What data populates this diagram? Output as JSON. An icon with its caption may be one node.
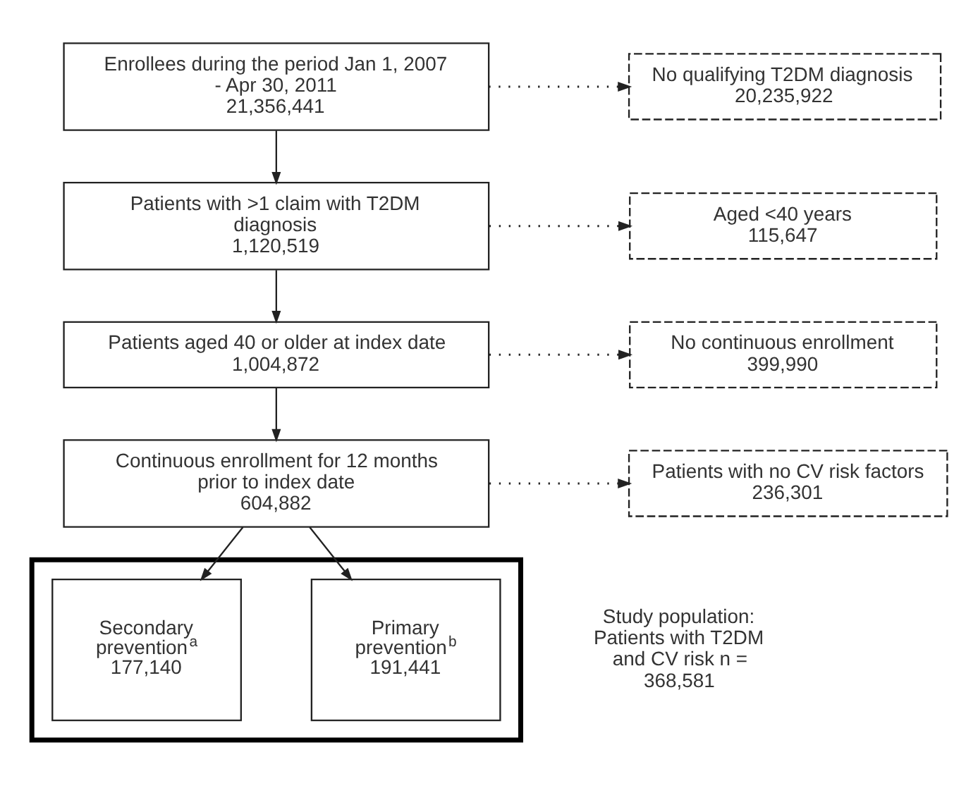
{
  "diagram": {
    "nodes": [
      {
        "text": [
          "Enrollees during the period Jan 1, 2007 - Apr 30, 2011",
          "21,356,441"
        ]
      },
      {
        "text": [
          "No qualifying T2DM diagnosis",
          "20,235,922"
        ]
      },
      {
        "text": [
          "Patients with >1 claim with T2DM diagnosis",
          "1,120,519"
        ]
      },
      {
        "text": [
          "Aged <40 years",
          "115,647"
        ]
      },
      {
        "text": [
          "Patients aged 40 or older at index date",
          "1,004,872"
        ]
      },
      {
        "text": [
          "No continuous enrollment",
          "399,990"
        ]
      },
      {
        "text": [
          "Continuous enrollment for 12 months prior to index date",
          "604,882"
        ]
      },
      {
        "text": [
          "Patients with no CV risk factors",
          "236,301"
        ]
      },
      {
        "text": [],
        "shape": "box",
        "beside": [
          "Study population: Patients with T2DM and CV risk n = 368,581"
        ]
      },
      {
        "text": [
          "Secondary prevention$^{a}$",
          "177,140"
        ],
        "in": 8
      },
      {
        "text": [
          "Primary prevention$^{b}$",
          "191,441"
        ],
        "in": 8
      }
    ],
    "edges": [
      {
        "from": 0,
        "to": 1,
        "arrow": "to",
        "style": "dashed"
      },
      {
        "from": 0,
        "to": 2,
        "arrow": "to"
      },
      {
        "from": 2,
        "to": 3,
        "arrow": "to",
        "style": "dashed"
      },
      {
        "from": 2,
        "to": 4,
        "arrow": "to"
      },
      {
        "from": 4,
        "to": 5,
        "arrow": "to",
        "style": "dashed"
      },
      {
        "from": 4,
        "to": 6,
        "arrow": "to"
      },
      {
        "from": 6,
        "to": 7,
        "arrow": "to",
        "style": "dashed"
      },
      {
        "from": 6,
        "to": 9,
        "arrow": "to"
      },
      {
        "from": 6,
        "to": 10,
        "arrow": "to"
      }
    ]
  }
}
